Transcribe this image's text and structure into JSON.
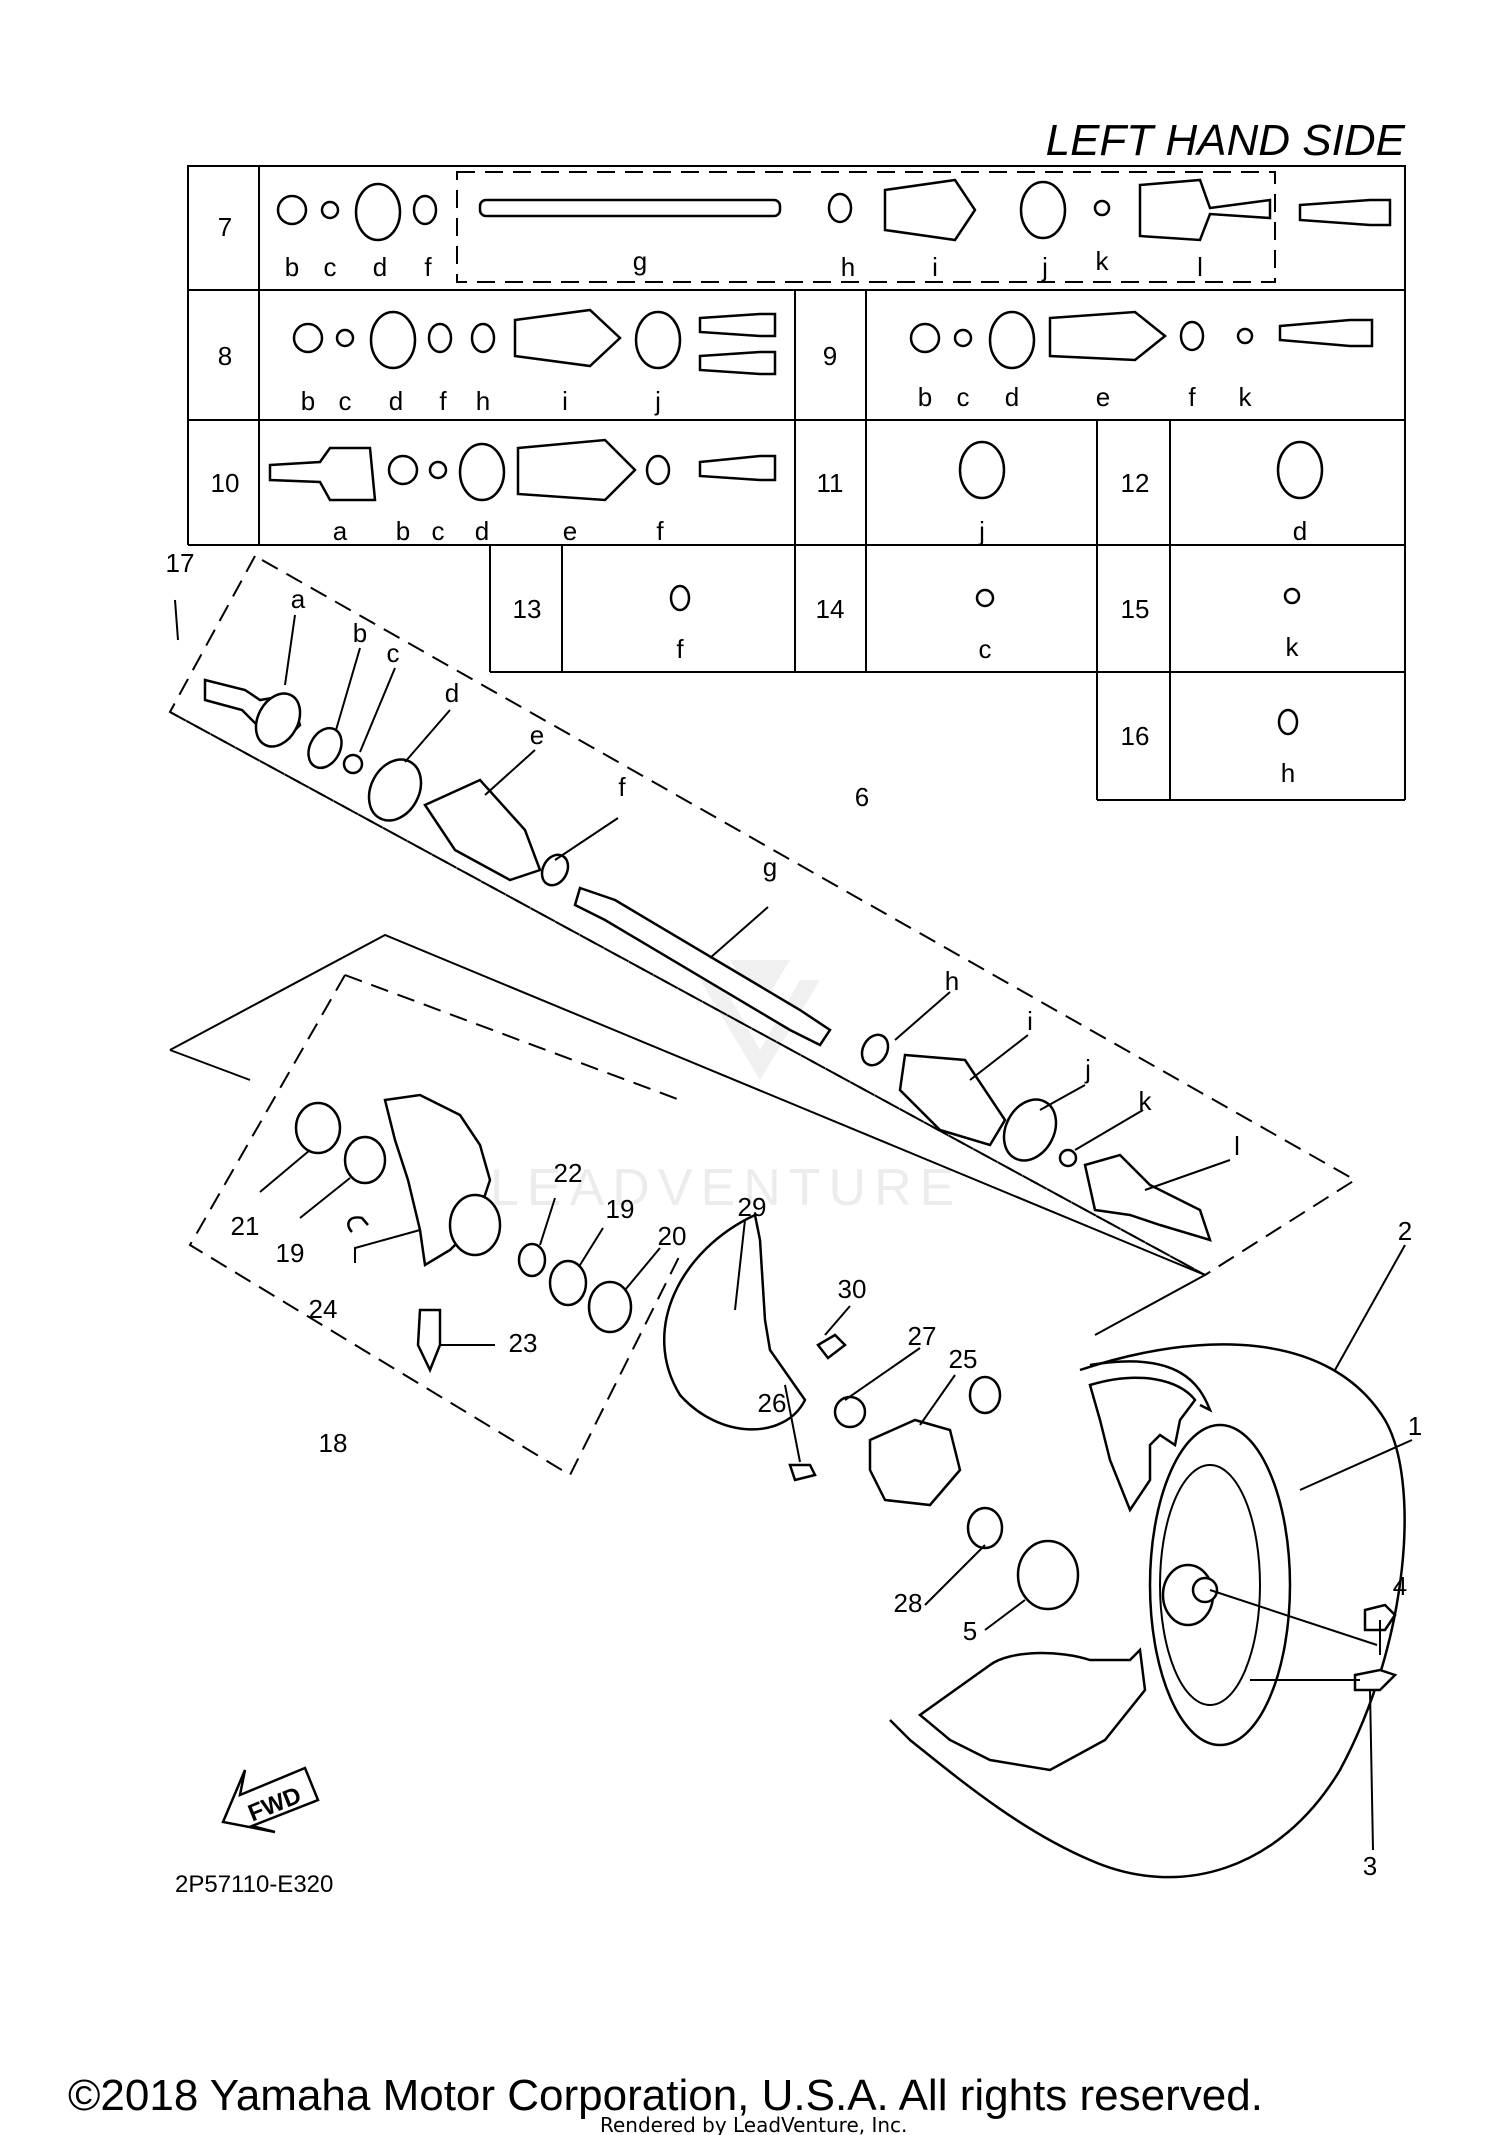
{
  "header": {
    "side_title": "LEFT HAND SIDE"
  },
  "kit_table": {
    "rows": [
      {
        "kit": "7",
        "letters": [
          "b",
          "c",
          "d",
          "f",
          "g",
          "h",
          "i",
          "j",
          "k",
          "l"
        ]
      },
      {
        "kit": "8",
        "letters": [
          "b",
          "c",
          "d",
          "f",
          "h",
          "i",
          "j"
        ]
      },
      {
        "kit": "9",
        "letters": [
          "b",
          "c",
          "d",
          "e",
          "f",
          "k"
        ]
      },
      {
        "kit": "10",
        "letters": [
          "a",
          "b",
          "c",
          "d",
          "e",
          "f"
        ]
      },
      {
        "kit": "11",
        "letters": [
          "j"
        ]
      },
      {
        "kit": "12",
        "letters": [
          "d"
        ]
      },
      {
        "kit": "13",
        "letters": [
          "f"
        ]
      },
      {
        "kit": "14",
        "letters": [
          "c"
        ]
      },
      {
        "kit": "15",
        "letters": [
          "k"
        ]
      },
      {
        "kit": "16",
        "letters": [
          "h"
        ]
      }
    ]
  },
  "shaft_callouts": {
    "kit_17": "17",
    "a": "a",
    "b": "b",
    "c": "c",
    "d": "d",
    "e": "e",
    "f": "f",
    "shaft_assembly": "6",
    "g": "g",
    "h": "h",
    "i": "i",
    "j": "j",
    "k": "k",
    "l": "l"
  },
  "part_callouts": {
    "p1": "1",
    "p2": "2",
    "p3": "3",
    "p4": "4",
    "p5": "5",
    "p18": "18",
    "p19a": "19",
    "p19b": "19",
    "p20": "20",
    "p21": "21",
    "p22": "22",
    "p23": "23",
    "p24": "24",
    "p25": "25",
    "p26": "26",
    "p27": "27",
    "p28": "28",
    "p29": "29",
    "p30": "30"
  },
  "fwd_arrow": "FWD",
  "diagram_code": "2P57110-E320",
  "watermark": "LEADVENTURE",
  "copyright": "©2018 Yamaha Motor Corporation, U.S.A. All rights reserved.",
  "rendered_by": "Rendered by LeadVenture, Inc."
}
